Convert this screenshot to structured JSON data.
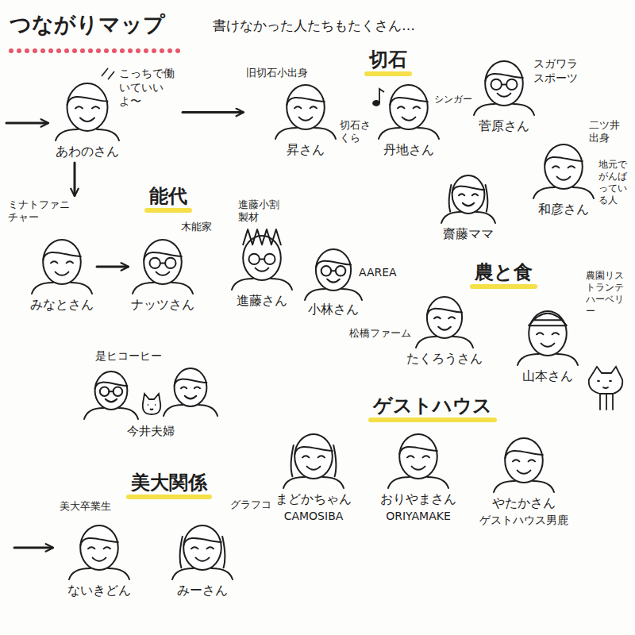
{
  "diagram": {
    "title": "つながりマップ",
    "nodes": [
      {
        "text": [
          "あわのさん",
          "こっちで働いていいよ〜"
        ]
      },
      {
        "text": [
          "昇さん",
          "旧切石小出身",
          "切石さくら"
        ]
      },
      {
        "text": [
          "丹地さん",
          "シンガー"
        ]
      },
      {
        "text": [
          "菅原さん",
          "スガワラスポーツ"
        ]
      },
      {
        "text": [
          "和彦さん",
          "二ツ井出身",
          "地元でがんばっている人"
        ]
      },
      {
        "text": [
          "齋藤ママ"
        ]
      },
      {
        "text": [
          "みなとさん",
          "ミナトファニチャー"
        ]
      },
      {
        "text": [
          "ナッツさん",
          "木能家"
        ]
      },
      {
        "text": [
          "進藤さん",
          "進藤小割製材"
        ]
      },
      {
        "text": [
          "小林さん",
          "AAREA"
        ]
      },
      {
        "text": [
          "たくろうさん",
          "松橋ファーム"
        ]
      },
      {
        "text": [
          "山本さん",
          "農園リストランテハーベリー"
        ]
      },
      {
        "text": [
          "今井夫婦",
          "是ヒコーヒー"
        ]
      },
      {
        "text": [
          "まどかちゃん",
          "CAMOSIBA"
        ]
      },
      {
        "text": [
          "おりやまさん",
          "ORIYAMAKE"
        ]
      },
      {
        "text": [
          "やたかさん",
          "ゲストハウス男鹿"
        ]
      },
      {
        "text": [
          "ないきどん",
          "美大卒業生"
        ]
      },
      {
        "text": [
          "みーさん",
          "グラフコ"
        ]
      }
    ],
    "edges": [
      {
        "from": 0,
        "to": 1,
        "arrow": "to"
      },
      {
        "from": 0,
        "to": 6,
        "arrow": "to"
      },
      {
        "from": 6,
        "to": 7,
        "arrow": "to"
      }
    ],
    "labels": [
      "書けなかった人たちもたくさん…",
      "切石",
      "能代",
      "農と食",
      "ゲストハウス",
      "美大関係"
    ]
  }
}
